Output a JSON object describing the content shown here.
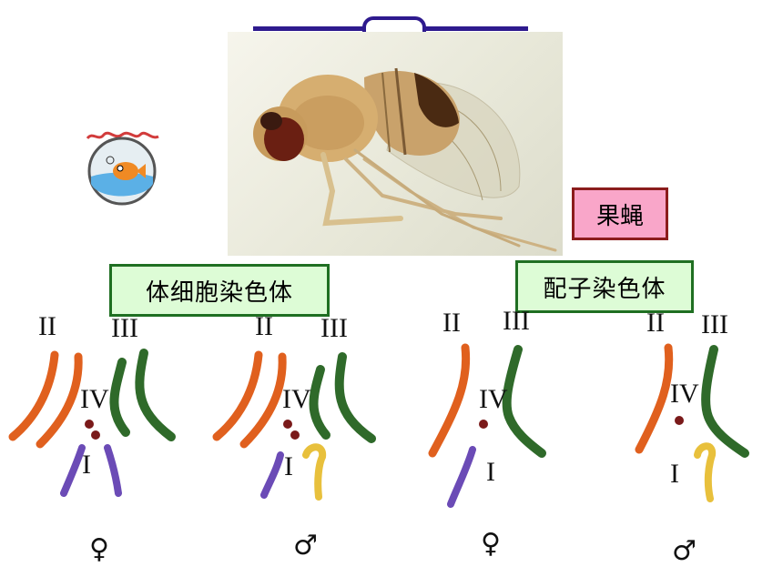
{
  "labels": {
    "fruit_fly": "果蝇",
    "somatic": "体细胞染色体",
    "gamete": "配子染色体"
  },
  "roman": {
    "ii": "II",
    "iii": "III",
    "iv": "IV",
    "i": "I"
  },
  "sex_symbols": {
    "female": "♀",
    "male": "♂"
  },
  "colors": {
    "chromosome_ii": "#e0601e",
    "chromosome_iii": "#2f6a2a",
    "chromosome_i_female": "#6b4bb6",
    "chromosome_y_male": "#e8c03c",
    "label_green_bg": "#ddfcd6",
    "label_pink_bg": "#f9a6c9"
  },
  "icons": {
    "fishbowl": "fishbowl-icon",
    "fruit_fly_photo": "fruit-fly-photo"
  }
}
